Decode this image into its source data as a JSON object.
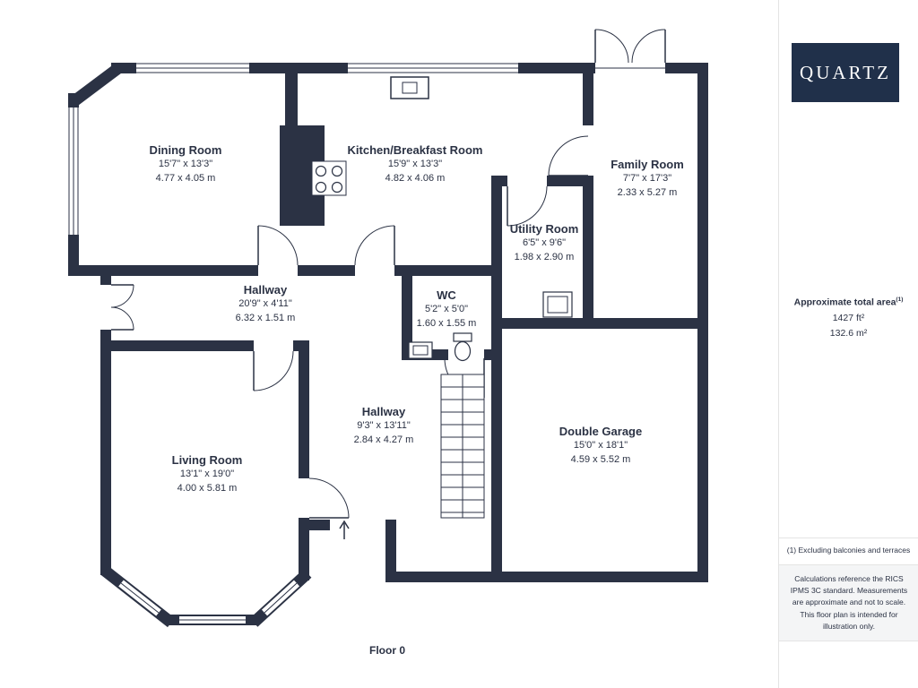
{
  "brand": {
    "logo_text": "QUARTZ",
    "logo_bg": "#20304a"
  },
  "sidebar": {
    "area_title": "Approximate total area",
    "area_superscript": "(1)",
    "area_ft": "1427 ft²",
    "area_m": "132.6 m²",
    "note1": "(1) Excluding balconies and terraces",
    "note2": "Calculations reference the RICS IPMS 3C standard. Measurements are approximate and not to scale. This floor plan is intended for illustration only."
  },
  "plan": {
    "floor_label": "Floor 0"
  },
  "colors": {
    "wall": "#2b3244",
    "text": "#2b3244"
  },
  "rooms": [
    {
      "id": "dining-room",
      "name": "Dining Room",
      "imperial": "15'7\" x 13'3\"",
      "metric": "4.77 x 4.05 m"
    },
    {
      "id": "kitchen",
      "name": "Kitchen/Breakfast Room",
      "imperial": "15'9\" x 13'3\"",
      "metric": "4.82 x 4.06 m"
    },
    {
      "id": "family-room",
      "name": "Family Room",
      "imperial": "7'7\" x 17'3\"",
      "metric": "2.33 x 5.27 m"
    },
    {
      "id": "utility-room",
      "name": "Utility Room",
      "imperial": "6'5\" x 9'6\"",
      "metric": "1.98 x 2.90 m"
    },
    {
      "id": "hallway-upper",
      "name": "Hallway",
      "imperial": "20'9\" x 4'11\"",
      "metric": "6.32 x 1.51 m"
    },
    {
      "id": "wc",
      "name": "WC",
      "imperial": "5'2\" x 5'0\"",
      "metric": "1.60 x 1.55 m"
    },
    {
      "id": "hallway-lower",
      "name": "Hallway",
      "imperial": "9'3\" x 13'11\"",
      "metric": "2.84 x 4.27 m"
    },
    {
      "id": "living-room",
      "name": "Living Room",
      "imperial": "13'1\" x 19'0\"",
      "metric": "4.00 x 5.81 m"
    },
    {
      "id": "double-garage",
      "name": "Double Garage",
      "imperial": "15'0\" x 18'1\"",
      "metric": "4.59 x 5.52 m"
    }
  ]
}
